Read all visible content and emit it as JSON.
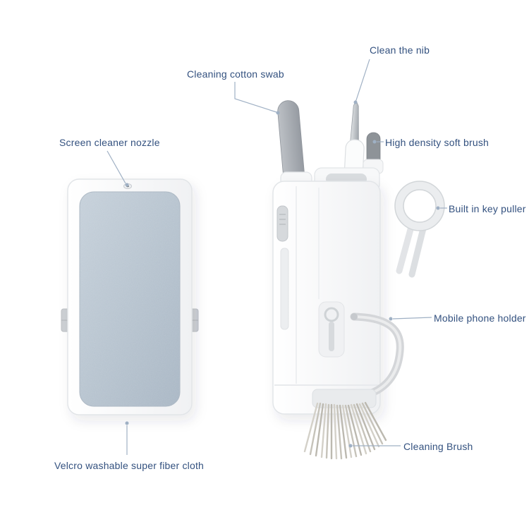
{
  "annotations": {
    "cleaning_cotton_swab": {
      "label": "Cleaning cotton swab"
    },
    "clean_the_nib": {
      "label": "Clean the nib"
    },
    "screen_cleaner_nozzle": {
      "label": "Screen cleaner nozzle"
    },
    "high_density_soft_brush": {
      "label": "High density soft brush"
    },
    "built_in_key_puller": {
      "label": "Built in key puller"
    },
    "mobile_phone_holder": {
      "label": "Mobile phone holder"
    },
    "cleaning_brush": {
      "label": "Cleaning Brush"
    },
    "velcro_washable_super_fiber_cloth": {
      "label": "Velcro washable super fiber cloth"
    }
  },
  "colors": {
    "background": "#ffffff",
    "label_text": "#33517f",
    "connector_line": "#9fb0c4",
    "fiber_cloth": "#b7c3cf",
    "device_body": "#ffffff",
    "swab_gray": "#a8adb3",
    "bristle": "#cdcac1"
  }
}
